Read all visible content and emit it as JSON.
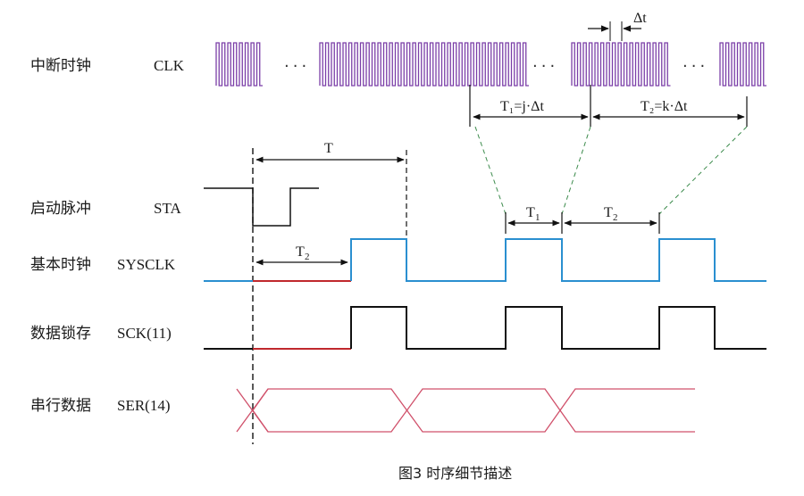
{
  "signals": [
    {
      "name_cn": "中断时钟",
      "name_en": "CLK"
    },
    {
      "name_cn": "启动脉冲",
      "name_en": "STA"
    },
    {
      "name_cn": "基本时钟",
      "name_en": "SYSCLK"
    },
    {
      "name_cn": "数据锁存",
      "name_en": "SCK(11)"
    },
    {
      "name_cn": "串行数据",
      "name_en": "SER(14)"
    }
  ],
  "annotations": {
    "dt": "Δt",
    "t": "T",
    "t1_eq": "T₁=j·Δt",
    "t2_eq": "T₂=k·Δt",
    "t1": "T",
    "t1_sub": "1",
    "t2": "T",
    "t2_sub": "2",
    "t2_sysclk": "T",
    "t2_sysclk_sub": "2"
  },
  "ellipsis": "···",
  "caption": "图3   时序细节描述",
  "colors": {
    "clk": "#7b3fa8",
    "sysclk": "#2a8fd0",
    "red": "#c0282d",
    "ser": "#d0506a",
    "black": "#111111",
    "dashed_green": "#3a8a4a"
  }
}
